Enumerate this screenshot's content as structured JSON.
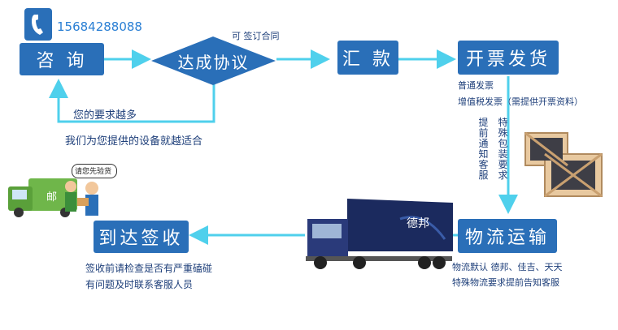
{
  "contact": {
    "phone": "15684288088",
    "phone_icon": "phone-icon"
  },
  "nodes": {
    "consult": "咨 询",
    "agreement": "达成协议",
    "payment": "汇  款",
    "invoice": "开票发货",
    "logistics": "物流运输",
    "arrival": "到达签收"
  },
  "labels": {
    "can_sign": "可 签订合同",
    "feedback_line1": "您的要求越多",
    "feedback_line2": "我们为您提供的设备就越适合",
    "invoice_normal": "普通发票",
    "invoice_vat": "增值税发票（需提供开票资料）",
    "notify_vertical": "提前通知客服",
    "packing_vertical": "特殊包装要求",
    "logistics_line1": "物流默认 德邦、佳吉、天天",
    "logistics_line2": "特殊物流要求提前告知客服",
    "arrival_line1": "签收前请检查是否有严重磕碰",
    "arrival_line2": "有问题及时联系客服人员",
    "speech_bubble": "请您先验货",
    "van_text": "邮",
    "truck_brand": "德邦"
  },
  "colors": {
    "node_fill": "#2a6fb8",
    "arrow": "#4fd0ec",
    "text": "#1e3f7a",
    "phone": "#2a7fd4"
  }
}
